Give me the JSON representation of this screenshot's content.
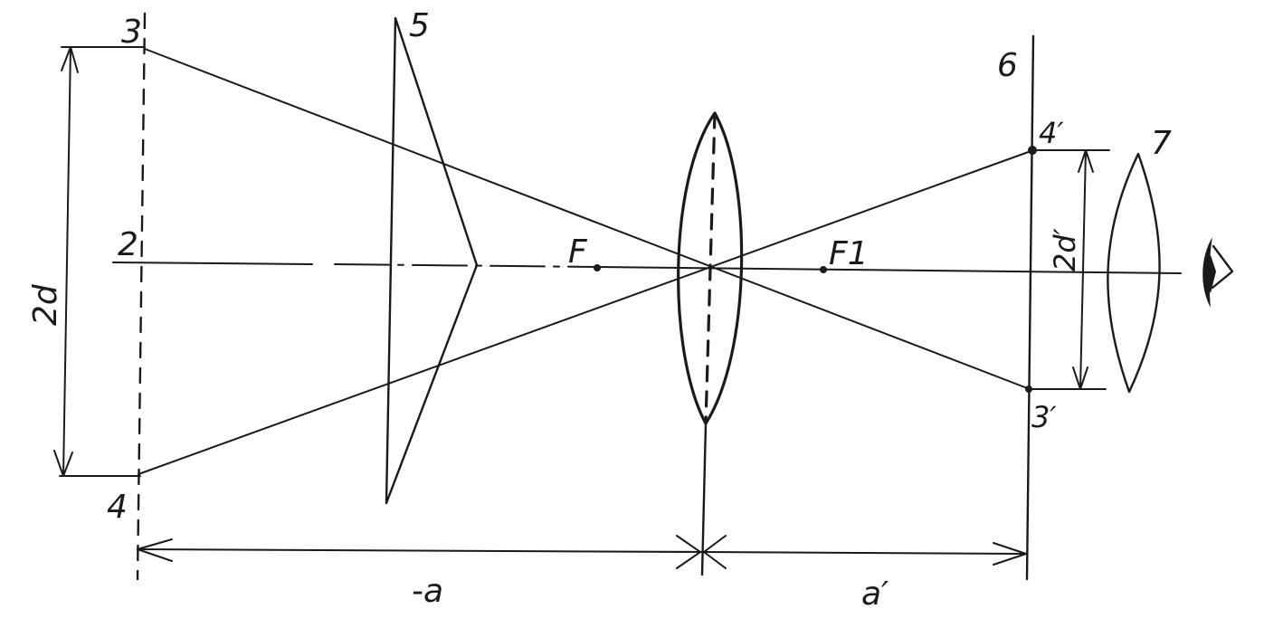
{
  "labels": {
    "p3": "3",
    "p2": "2",
    "p4": "4",
    "p5": "5",
    "p6": "6",
    "p7": "7",
    "p4prime": "4′",
    "p3prime": "3′",
    "focus_front": "F",
    "focus_back": "F1",
    "size_object": "2d",
    "size_image": "2d′",
    "dist_object": "-a",
    "dist_image": "a′"
  },
  "colors": {
    "ink": "#1a1a1a",
    "background": "#ffffff"
  },
  "icons": {
    "eye": "eye-icon"
  }
}
